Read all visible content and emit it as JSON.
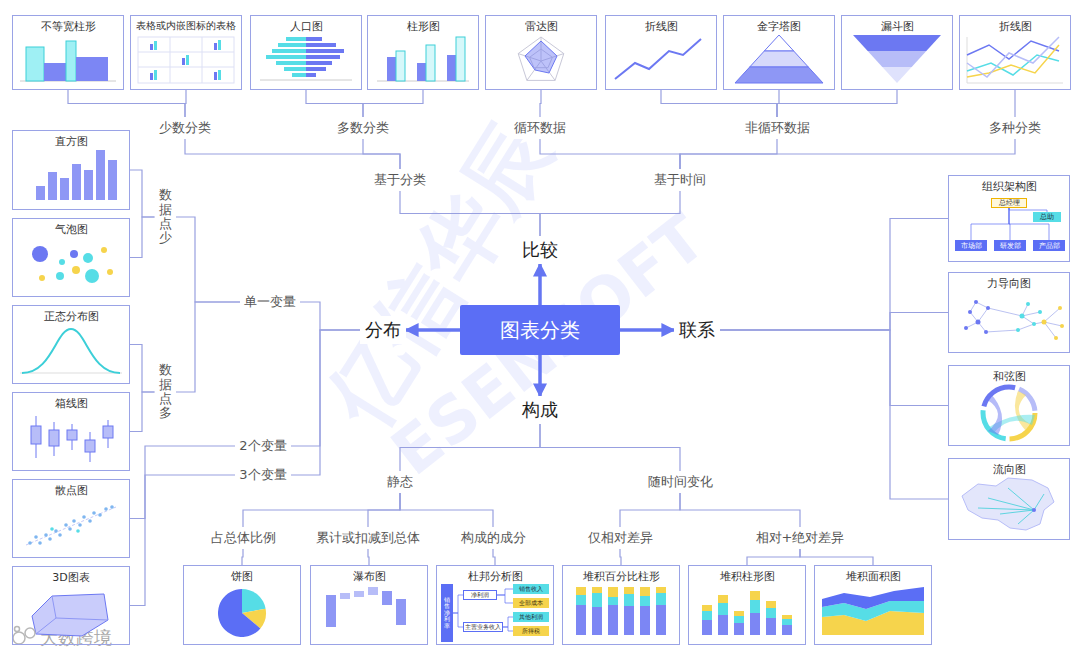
{
  "diagram": {
    "nodes": [
      {
        "text": [
          "图表分类"
        ]
      },
      {
        "text": [
          "比较"
        ]
      },
      {
        "text": [
          "分布"
        ]
      },
      {
        "text": [
          "联系"
        ]
      },
      {
        "text": [
          "构成"
        ]
      },
      {
        "text": [
          "基于分类"
        ]
      },
      {
        "text": [
          "基于时间"
        ]
      },
      {
        "text": [
          "少数分类"
        ]
      },
      {
        "text": [
          "多数分类"
        ]
      },
      {
        "text": [
          "循环数据"
        ]
      },
      {
        "text": [
          "非循环数据"
        ]
      },
      {
        "text": [
          "多种分类"
        ]
      },
      {
        "text": [
          "不等宽柱形"
        ]
      },
      {
        "text": [
          "表格或内嵌图标的表格"
        ]
      },
      {
        "text": [
          "人口图"
        ]
      },
      {
        "text": [
          "柱形图"
        ]
      },
      {
        "text": [
          "雷达图"
        ]
      },
      {
        "text": [
          "折线图"
        ]
      },
      {
        "text": [
          "金字塔图"
        ]
      },
      {
        "text": [
          "漏斗图"
        ]
      },
      {
        "text": [
          "折线图"
        ]
      },
      {
        "text": [
          "单一变量"
        ]
      },
      {
        "text": [
          "2个变量"
        ]
      },
      {
        "text": [
          "3个变量"
        ]
      },
      {
        "text": [
          "数据点少"
        ]
      },
      {
        "text": [
          "数据点多"
        ]
      },
      {
        "text": [
          "直方图"
        ]
      },
      {
        "text": [
          "气泡图"
        ]
      },
      {
        "text": [
          "正态分布图"
        ]
      },
      {
        "text": [
          "箱线图"
        ]
      },
      {
        "text": [
          "散点图"
        ]
      },
      {
        "text": [
          "3D图表"
        ]
      },
      {
        "text": [
          "组织架构图"
        ]
      },
      {
        "text": [
          "总经理"
        ],
        "in": 32
      },
      {
        "text": [
          "总助"
        ],
        "in": 32
      },
      {
        "text": [
          "市场部"
        ],
        "in": 32
      },
      {
        "text": [
          "研发部"
        ],
        "in": 32
      },
      {
        "text": [
          "产品部"
        ],
        "in": 32
      },
      {
        "text": [
          "力导向图"
        ]
      },
      {
        "text": [
          "和弦图"
        ]
      },
      {
        "text": [
          "流向图"
        ]
      },
      {
        "text": [
          "静态"
        ]
      },
      {
        "text": [
          "随时间变化"
        ]
      },
      {
        "text": [
          "占总体比例"
        ]
      },
      {
        "text": [
          "累计或扣减到总体"
        ]
      },
      {
        "text": [
          "构成的成分"
        ]
      },
      {
        "text": [
          "仅相对差异"
        ]
      },
      {
        "text": [
          "相对+绝对差异"
        ]
      },
      {
        "text": [
          "饼图"
        ]
      },
      {
        "text": [
          "瀑布图"
        ]
      },
      {
        "text": [
          "杜邦分析图"
        ]
      },
      {
        "text": [
          "销售净利率"
        ],
        "in": 50
      },
      {
        "text": [
          "净利润"
        ],
        "in": 50
      },
      {
        "text": [
          "主营业务收入"
        ],
        "in": 50
      },
      {
        "text": [
          "销售收入"
        ],
        "in": 50
      },
      {
        "text": [
          "全部成本"
        ],
        "in": 50
      },
      {
        "text": [
          "其他利润"
        ],
        "in": 50
      },
      {
        "text": [
          "所得税"
        ],
        "in": 50
      },
      {
        "text": [
          "堆积百分比柱形"
        ]
      },
      {
        "text": [
          "堆积柱形图"
        ]
      },
      {
        "text": [
          "堆积面积图"
        ]
      }
    ],
    "edges": [
      {
        "from": 0,
        "to": 1,
        "arrow": "to"
      },
      {
        "from": 0,
        "to": 2,
        "arrow": "to"
      },
      {
        "from": 0,
        "to": 3,
        "arrow": "to"
      },
      {
        "from": 0,
        "to": 4,
        "arrow": "to"
      },
      {
        "from": 1,
        "to": 5,
        "arrow": "none"
      },
      {
        "from": 1,
        "to": 6,
        "arrow": "none"
      },
      {
        "from": 5,
        "to": 7,
        "arrow": "none"
      },
      {
        "from": 5,
        "to": 8,
        "arrow": "none"
      },
      {
        "from": 6,
        "to": 9,
        "arrow": "none"
      },
      {
        "from": 6,
        "to": 10,
        "arrow": "none"
      },
      {
        "from": 6,
        "to": 11,
        "arrow": "none"
      },
      {
        "from": 7,
        "to": 12,
        "arrow": "none"
      },
      {
        "from": 7,
        "to": 13,
        "arrow": "none"
      },
      {
        "from": 8,
        "to": 14,
        "arrow": "none"
      },
      {
        "from": 8,
        "to": 15,
        "arrow": "none"
      },
      {
        "from": 9,
        "to": 16,
        "arrow": "none"
      },
      {
        "from": 10,
        "to": 17,
        "arrow": "none"
      },
      {
        "from": 10,
        "to": 18,
        "arrow": "none"
      },
      {
        "from": 10,
        "to": 19,
        "arrow": "none"
      },
      {
        "from": 11,
        "to": 20,
        "arrow": "none"
      },
      {
        "from": 2,
        "to": 21,
        "arrow": "none"
      },
      {
        "from": 2,
        "to": 22,
        "arrow": "none"
      },
      {
        "from": 2,
        "to": 23,
        "arrow": "none"
      },
      {
        "from": 21,
        "to": 24,
        "arrow": "none"
      },
      {
        "from": 21,
        "to": 25,
        "arrow": "none"
      },
      {
        "from": 24,
        "to": 26,
        "arrow": "none"
      },
      {
        "from": 24,
        "to": 27,
        "arrow": "none"
      },
      {
        "from": 25,
        "to": 28,
        "arrow": "none"
      },
      {
        "from": 25,
        "to": 29,
        "arrow": "none"
      },
      {
        "from": 22,
        "to": 30,
        "arrow": "none"
      },
      {
        "from": 23,
        "to": 31,
        "arrow": "none"
      },
      {
        "from": 3,
        "to": 32,
        "arrow": "none"
      },
      {
        "from": 3,
        "to": 38,
        "arrow": "none"
      },
      {
        "from": 3,
        "to": 39,
        "arrow": "none"
      },
      {
        "from": 3,
        "to": 40,
        "arrow": "none"
      },
      {
        "from": 33,
        "to": 34,
        "arrow": "none"
      },
      {
        "from": 33,
        "to": 35,
        "arrow": "none"
      },
      {
        "from": 33,
        "to": 36,
        "arrow": "none"
      },
      {
        "from": 33,
        "to": 37,
        "arrow": "none"
      },
      {
        "from": 4,
        "to": 41,
        "arrow": "none"
      },
      {
        "from": 4,
        "to": 42,
        "arrow": "none"
      },
      {
        "from": 41,
        "to": 43,
        "arrow": "none"
      },
      {
        "from": 41,
        "to": 44,
        "arrow": "none"
      },
      {
        "from": 41,
        "to": 45,
        "arrow": "none"
      },
      {
        "from": 42,
        "to": 46,
        "arrow": "none"
      },
      {
        "from": 42,
        "to": 47,
        "arrow": "none"
      },
      {
        "from": 43,
        "to": 48,
        "arrow": "none"
      },
      {
        "from": 44,
        "to": 49,
        "arrow": "none"
      },
      {
        "from": 45,
        "to": 50,
        "arrow": "none"
      },
      {
        "from": 51,
        "to": 52,
        "arrow": "none"
      },
      {
        "from": 51,
        "to": 53,
        "arrow": "none"
      },
      {
        "from": 52,
        "to": 54,
        "arrow": "none"
      },
      {
        "from": 52,
        "to": 55,
        "arrow": "none"
      },
      {
        "from": 53,
        "to": 56,
        "arrow": "none"
      },
      {
        "from": 53,
        "to": 57,
        "arrow": "none"
      },
      {
        "from": 46,
        "to": 58,
        "arrow": "none"
      },
      {
        "from": 47,
        "to": 59,
        "arrow": "none"
      },
      {
        "from": 47,
        "to": 60,
        "arrow": "none"
      }
    ],
    "labels": [
      "亿信华辰",
      "ESENSOFT",
      "大数跨境"
    ]
  }
}
